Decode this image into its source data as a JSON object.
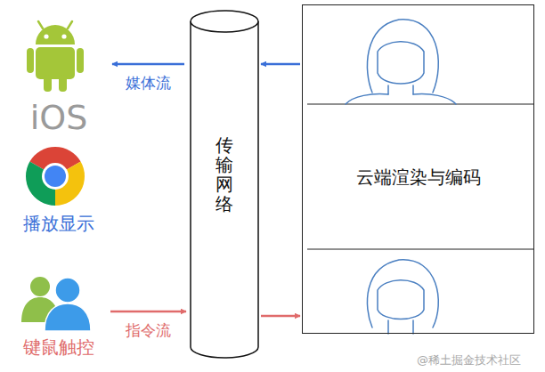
{
  "diagram": {
    "nodes": [
      {
        "text": [
          "iOS",
          "播放显示"
        ]
      },
      {
        "text": [
          "键鼠触控"
        ]
      },
      {
        "text": [
          "传输网络"
        ]
      },
      {
        "text": [
          "云端渲染与编码"
        ]
      }
    ],
    "edges": [
      {
        "from": 3,
        "to": 2,
        "arrow": "to"
      },
      {
        "from": 2,
        "to": 0,
        "arrow": "to",
        "label": "媒体流"
      },
      {
        "from": 1,
        "to": 2,
        "arrow": "to",
        "label": "指令流"
      },
      {
        "from": 2,
        "to": 3,
        "arrow": "to"
      }
    ],
    "labels": [
      "@稀土掘金技术社区"
    ]
  }
}
